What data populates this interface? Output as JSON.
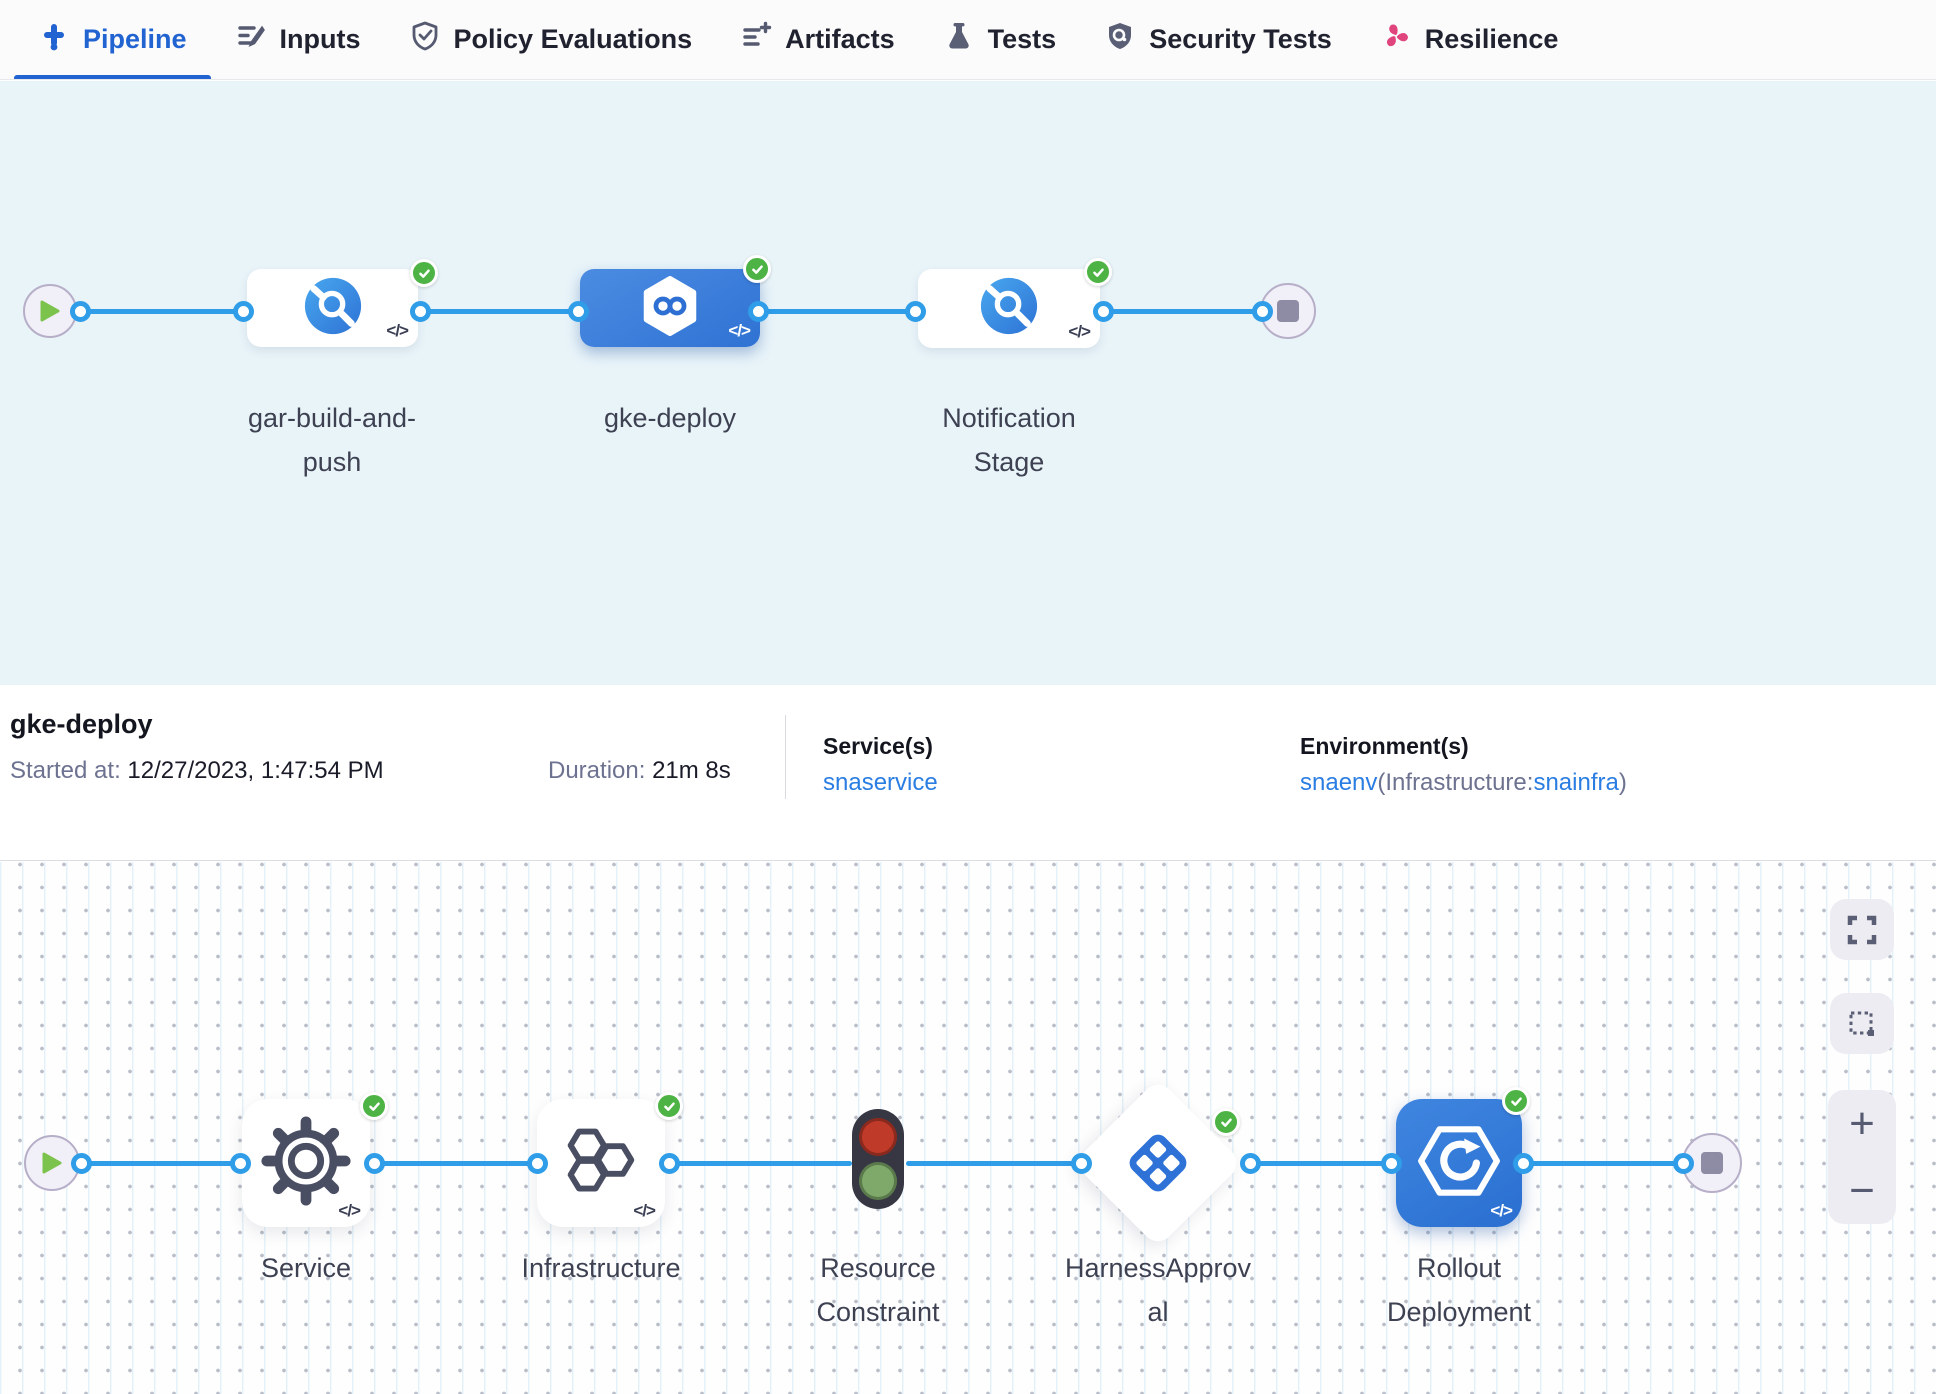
{
  "tabs": [
    {
      "label": "Pipeline",
      "icon": "pipeline-icon",
      "active": true
    },
    {
      "label": "Inputs",
      "icon": "inputs-icon",
      "active": false
    },
    {
      "label": "Policy Evaluations",
      "icon": "policy-icon",
      "active": false
    },
    {
      "label": "Artifacts",
      "icon": "artifacts-icon",
      "active": false
    },
    {
      "label": "Tests",
      "icon": "tests-icon",
      "active": false
    },
    {
      "label": "Security Tests",
      "icon": "security-icon",
      "active": false
    },
    {
      "label": "Resilience",
      "icon": "resilience-icon",
      "active": false
    }
  ],
  "stage_pipeline": {
    "stages": [
      {
        "name": "gar-build-and-push",
        "lines": [
          "gar-build-and-",
          "push"
        ],
        "status": "success",
        "selected": false,
        "yaml_badge": "</>"
      },
      {
        "name": "gke-deploy",
        "lines": [
          "gke-deploy"
        ],
        "status": "success",
        "selected": true,
        "yaml_badge": "</>"
      },
      {
        "name": "Notification Stage",
        "lines": [
          "Notification",
          "Stage"
        ],
        "status": "success",
        "selected": false,
        "yaml_badge": "</>"
      }
    ]
  },
  "details": {
    "title": "gke-deploy",
    "started_label": "Started at:",
    "started_value": "12/27/2023, 1:47:54 PM",
    "duration_label": "Duration:",
    "duration_value": "21m 8s",
    "services_label": "Service(s)",
    "services_value": "snaservice",
    "environments_label": "Environment(s)",
    "env_link1": "snaenv",
    "env_infra_prefix": "(Infrastructure:",
    "env_link2": "snainfra",
    "env_suffix": ")"
  },
  "execution": {
    "steps": [
      {
        "name": "Service",
        "lines": [
          "Service"
        ],
        "status": "success",
        "yaml_badge": "</>"
      },
      {
        "name": "Infrastructure",
        "lines": [
          "Infrastructure"
        ],
        "status": "success",
        "yaml_badge": "</>"
      },
      {
        "name": "Resource Constraint",
        "lines": [
          "Resource",
          "Constraint"
        ],
        "status": "running-wait"
      },
      {
        "name": "HarnessApproval",
        "lines": [
          "HarnessApprov",
          "al"
        ],
        "status": "success"
      },
      {
        "name": "Rollout Deployment",
        "lines": [
          "Rollout",
          "Deployment"
        ],
        "status": "success",
        "yaml_badge": "</>"
      }
    ]
  },
  "controls": {
    "zoom_in_label": "+",
    "zoom_out_label": "−"
  },
  "colors": {
    "accent_blue": "#2163d0",
    "edge_blue": "#2f9de8",
    "selected_stage_blue": "#3578d6",
    "success_green": "#4db344",
    "resilience_pink": "#e0447c",
    "canvas_top_bg": "#e9f4f9",
    "link_blue": "#2a7de2"
  }
}
